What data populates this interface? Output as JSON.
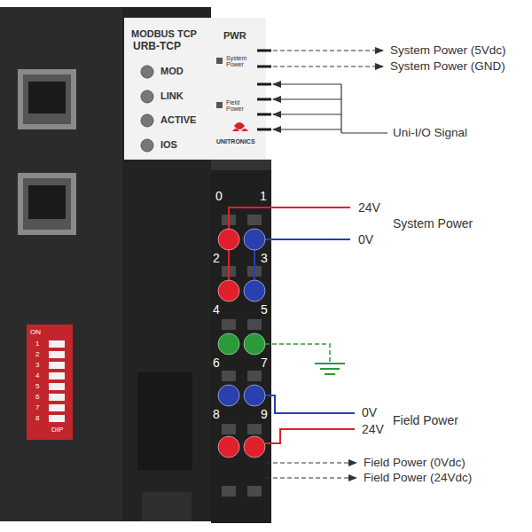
{
  "diagram": {
    "labels": [
      "MODBUS TCP",
      "URB-TCP",
      "PWR",
      "System Power",
      "MOD",
      "LINK",
      "ACTIVE",
      "Field Power",
      "IOS",
      "UNITRONICS",
      "ON",
      "1",
      "2",
      "3",
      "4",
      "5",
      "6",
      "7",
      "8",
      "DIP",
      "0",
      "1",
      "2",
      "3",
      "4",
      "5",
      "6",
      "7",
      "8",
      "9",
      "24V",
      "System Power",
      "0V",
      "0V",
      "Field Power",
      "24V",
      "System Power (5Vdc)",
      "System Power (GND)",
      "Uni-I/O Signal",
      "Field Power (0Vdc)",
      "Field Power (24Vdc)"
    ]
  }
}
